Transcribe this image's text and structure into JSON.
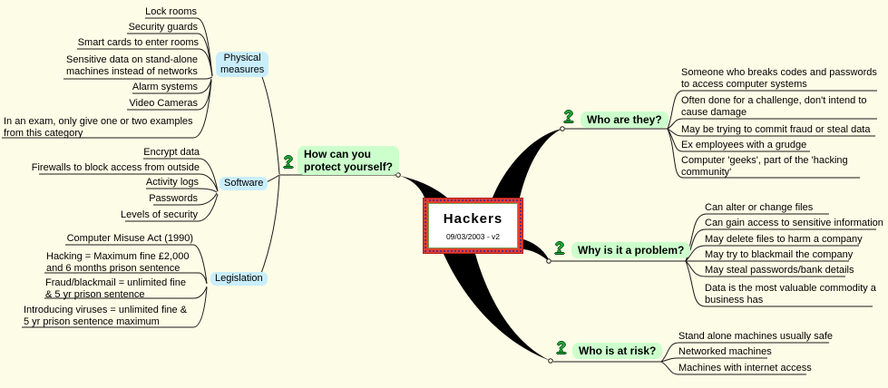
{
  "colors": {
    "background": "#FDFCE6",
    "topic_highlight_green": "#CCFFCC",
    "node_blue": "#C9EEFB",
    "center_border_red": "#E53D2E",
    "icon_green": "#1FAF3C",
    "line_black": "#1A1A1A"
  },
  "icons": {
    "question": "?"
  },
  "center": {
    "title": "Hackers",
    "date": "09/03/2003 - v2"
  },
  "topics": {
    "protect": "How can you\nprotect yourself?",
    "who": "Who are they?",
    "why": "Why is it a problem?",
    "risk": "Who is at risk?"
  },
  "nodes": {
    "physical": "Physical\nmeasures",
    "software": "Software",
    "legislation": "Legislation"
  },
  "leaves": {
    "physical": [
      "Lock rooms",
      "Security guards",
      "Smart cards to enter rooms",
      "Sensitive data on stand-alone\nmachines instead of networks",
      "Alarm systems",
      "Video Cameras",
      "In an exam, only give one or two examples\nfrom this category"
    ],
    "software": [
      "Encrypt data",
      "Firewalls to block access from outside",
      "Activity logs",
      "Passwords",
      "Levels of security"
    ],
    "legislation": [
      "Computer Misuse Act (1990)",
      "Hacking = Maximum fine £2,000\nand 6 months prison sentence",
      "Fraud/blackmail = unlimited fine\n& 5 yr prison sentence",
      "Introducing viruses = unlimited fine &\n5 yr prison sentence maximum"
    ],
    "who": [
      "Someone who breaks codes and passwords\nto access computer systems",
      "Often done for a challenge, don't intend to\ncause damage",
      "May be trying to commit fraud or steal data",
      "Ex employees with a grudge",
      "Computer 'geeks', part of the 'hacking\ncommunity'"
    ],
    "why": [
      "Can alter or change files",
      "Can gain access to sensitive information",
      "May delete files to harm a company",
      "May try to blackmail the company",
      "May steal passwords/bank details",
      "Data is the most valuable commodity a\nbusiness has"
    ],
    "risk": [
      "Stand alone machines usually safe",
      "Networked machines",
      "Machines with internet access"
    ]
  }
}
